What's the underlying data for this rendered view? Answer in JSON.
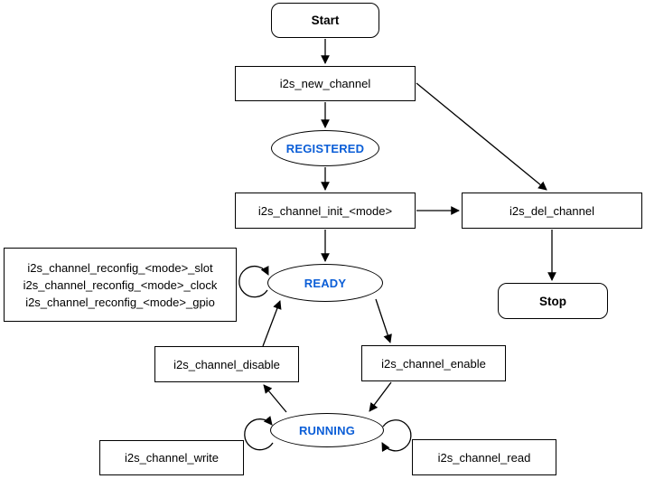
{
  "colors": {
    "state_text": "#0B5ED7",
    "node_border": "#000000",
    "node_fill": "#ffffff",
    "edge": "#000000"
  },
  "nodes": {
    "start": {
      "label": "Start"
    },
    "new_channel": {
      "label": "i2s_new_channel"
    },
    "registered": {
      "label": "REGISTERED"
    },
    "init_mode": {
      "label": "i2s_channel_init_<mode>"
    },
    "del_channel": {
      "label": "i2s_del_channel"
    },
    "stop": {
      "label": "Stop"
    },
    "reconfig": {
      "lines": [
        "i2s_channel_reconfig_<mode>_slot",
        "i2s_channel_reconfig_<mode>_clock",
        "i2s_channel_reconfig_<mode>_gpio"
      ]
    },
    "ready": {
      "label": "READY"
    },
    "disable": {
      "label": "i2s_channel_disable"
    },
    "enable": {
      "label": "i2s_channel_enable"
    },
    "running": {
      "label": "RUNNING"
    },
    "write": {
      "label": "i2s_channel_write"
    },
    "read": {
      "label": "i2s_channel_read"
    }
  }
}
